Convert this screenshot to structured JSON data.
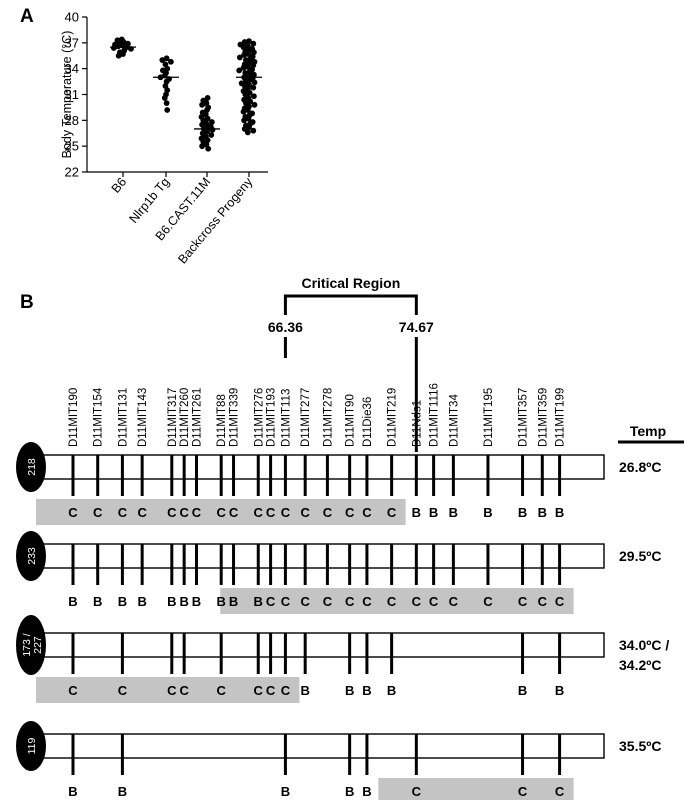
{
  "panel_a": {
    "label": "A",
    "chart_data": {
      "type": "scatter",
      "ylabel": "Body Temperature (°C)",
      "ylim": [
        22,
        40
      ],
      "yticks": [
        "22",
        "25",
        "28",
        "31",
        "34",
        "37",
        "40"
      ],
      "categories": [
        "B6",
        "Nlrp1b Tg",
        "B6.CAST.11M",
        "Backcross Progeny"
      ],
      "medians": [
        36.5,
        33.0,
        27.0,
        33.0
      ],
      "groups": [
        {
          "values": [
            37.4,
            37.3,
            37.1,
            37.0,
            36.9,
            36.8,
            36.7,
            36.6,
            36.5,
            36.4,
            36.3,
            36.1,
            35.9,
            35.7,
            35.5
          ]
        },
        {
          "values": [
            35.2,
            35.0,
            34.8,
            34.5,
            34.0,
            33.8,
            33.5,
            33.2,
            33.0,
            32.8,
            32.5,
            32.0,
            31.5,
            31.0,
            30.6,
            30.0,
            29.2
          ]
        },
        {
          "values": [
            30.6,
            30.3,
            30.0,
            29.8,
            29.5,
            29.2,
            28.9,
            28.7,
            28.4,
            28.2,
            28.0,
            27.8,
            27.6,
            27.5,
            27.3,
            27.1,
            27.0,
            26.9,
            26.7,
            26.5,
            26.3,
            26.1,
            25.9,
            25.7,
            25.5,
            25.2,
            25.0,
            24.7
          ]
        },
        {
          "values": [
            37.2,
            37.1,
            36.9,
            36.8,
            36.6,
            36.5,
            36.3,
            36.2,
            36.0,
            35.9,
            35.7,
            35.6,
            35.4,
            35.3,
            35.1,
            35.0,
            34.8,
            34.7,
            34.5,
            34.4,
            34.2,
            34.1,
            33.9,
            33.8,
            33.6,
            33.5,
            33.3,
            33.2,
            33.0,
            32.9,
            32.7,
            32.6,
            32.4,
            32.3,
            32.1,
            32.0,
            31.8,
            31.6,
            31.4,
            31.2,
            31.0,
            30.8,
            30.6,
            30.4,
            30.2,
            30.0,
            29.8,
            29.6,
            29.4,
            29.2,
            29.0,
            28.8,
            28.6,
            28.4,
            28.2,
            28.0,
            27.8,
            27.6,
            27.4,
            27.2,
            27.0,
            26.8,
            26.6
          ]
        }
      ]
    }
  },
  "panel_b": {
    "label": "B",
    "critical_region": {
      "title": "Critical Region",
      "left_value": "66.36",
      "right_value": "74.67",
      "left_marker": "D11MIT113",
      "right_marker": "D11Nds1"
    },
    "temp_header": "Temp",
    "markers": [
      {
        "name": "D11MIT190",
        "pos": 0.0
      },
      {
        "name": "D11MIT154",
        "pos": 5.0
      },
      {
        "name": "D11MIT131",
        "pos": 10.0
      },
      {
        "name": "D11MIT143",
        "pos": 14.0
      },
      {
        "name": "D11MIT317",
        "pos": 20.0
      },
      {
        "name": "D11MIT260",
        "pos": 22.5
      },
      {
        "name": "D11MIT261",
        "pos": 25.0
      },
      {
        "name": "D11MIT88",
        "pos": 30.0
      },
      {
        "name": "D11MIT339",
        "pos": 32.5
      },
      {
        "name": "D11MIT276",
        "pos": 37.5
      },
      {
        "name": "D11MIT193",
        "pos": 40.0
      },
      {
        "name": "D11MIT113",
        "pos": 43.0
      },
      {
        "name": "D11MIT277",
        "pos": 47.0
      },
      {
        "name": "D11MIT278",
        "pos": 51.5
      },
      {
        "name": "D11MIT90",
        "pos": 56.0
      },
      {
        "name": "D11Die36",
        "pos": 59.5
      },
      {
        "name": "D11MIT219",
        "pos": 64.5
      },
      {
        "name": "D11Nds1",
        "pos": 69.5
      },
      {
        "name": "D11MIT1116",
        "pos": 73.0
      },
      {
        "name": "D11MIT34",
        "pos": 77.0
      },
      {
        "name": "D11MIT195",
        "pos": 84.0
      },
      {
        "name": "D11MIT357",
        "pos": 91.0
      },
      {
        "name": "D11MIT359",
        "pos": 95.0
      },
      {
        "name": "D11MIT199",
        "pos": 98.5
      }
    ],
    "mice": [
      {
        "id": "218",
        "id_lines": [
          "218"
        ],
        "temp": [
          "26.8ºC"
        ],
        "genotypes": [
          "C",
          "C",
          "C",
          "C",
          "C",
          "C",
          "C",
          "C",
          "C",
          "C",
          "C",
          "C",
          "C",
          "C",
          "C",
          "C",
          "C",
          "B",
          "B",
          "B",
          "B",
          "B",
          "B",
          "B"
        ],
        "shade": [
          0,
          16
        ]
      },
      {
        "id": "233",
        "id_lines": [
          "233"
        ],
        "temp": [
          "29.5ºC"
        ],
        "genotypes": [
          "B",
          "B",
          "B",
          "B",
          "B",
          "B",
          "B",
          "B",
          "B",
          "B",
          "C",
          "C",
          "C",
          "C",
          "C",
          "C",
          "C",
          "C",
          "C",
          "C",
          "C",
          "C",
          "C",
          "C"
        ],
        "shade": [
          9,
          23
        ]
      },
      {
        "id": "173 / 227",
        "id_lines": [
          "173 /",
          "227"
        ],
        "temp": [
          "34.0ºC /",
          "34.2ºC"
        ],
        "genotypes": [
          "C",
          "",
          "C",
          "",
          "C",
          "C",
          "",
          "C",
          "",
          "C",
          "C",
          "C",
          "B",
          "",
          "B",
          "B",
          "B",
          "",
          "",
          "",
          "",
          "B",
          "",
          "B"
        ],
        "shade": [
          0,
          11
        ]
      },
      {
        "id": "119",
        "id_lines": [
          "119"
        ],
        "temp": [
          "35.5ºC"
        ],
        "genotypes": [
          "B",
          "",
          "B",
          "",
          "",
          "",
          "",
          "",
          "",
          "",
          "",
          "B",
          "",
          "",
          "B",
          "B",
          "",
          "C",
          "",
          "",
          "",
          "C",
          "",
          "C"
        ],
        "shade": [
          17,
          23
        ]
      }
    ]
  }
}
